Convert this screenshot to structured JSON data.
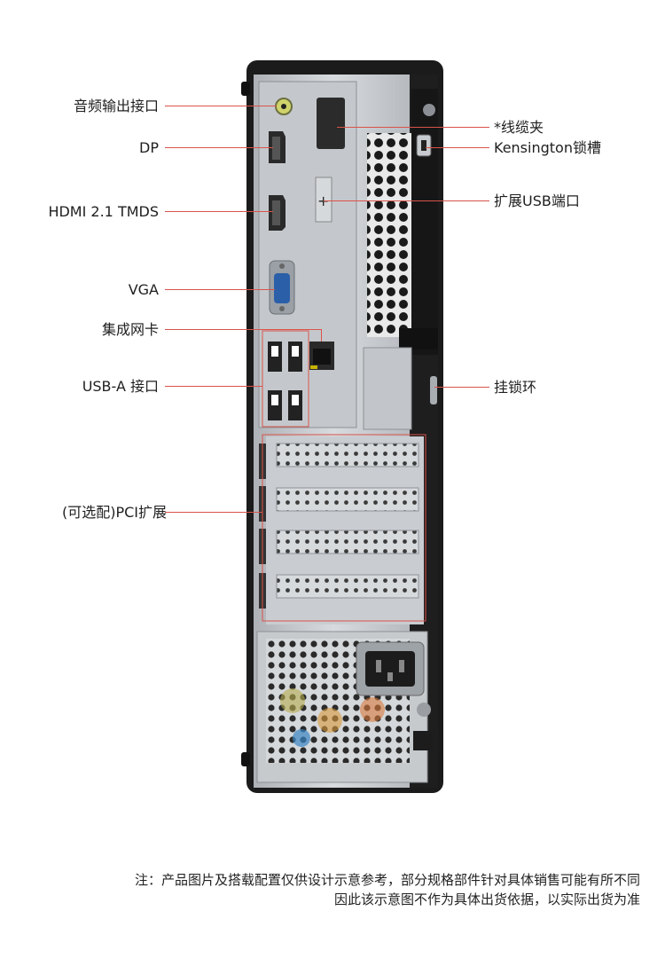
{
  "labels_left": [
    {
      "id": "audio",
      "text": "音频输出接口"
    },
    {
      "id": "dp",
      "text": "DP"
    },
    {
      "id": "hdmi",
      "text": "HDMI 2.1 TMDS"
    },
    {
      "id": "vga",
      "text": "VGA"
    },
    {
      "id": "nic",
      "text": "集成网卡"
    },
    {
      "id": "usba",
      "text": "USB-A 接口"
    },
    {
      "id": "pci",
      "text": "(可选配)PCI扩展"
    }
  ],
  "labels_right": [
    {
      "id": "cable_clip",
      "text": "*线缆夹"
    },
    {
      "id": "kensington",
      "text": "Kensington锁槽"
    },
    {
      "id": "ext_usb",
      "text": "扩展USB端口"
    },
    {
      "id": "padlock",
      "text": "挂锁环"
    }
  ],
  "footnote": {
    "line1": "注：产品图片及搭载配置仅供设计示意参考，部分规格部件针对具体销售可能有所不同",
    "line2": "因此该示意图不作为具体出货依据，以实际出货为准"
  },
  "colors": {
    "callout_line": "#d9534a",
    "chassis_black": "#1b1b1b",
    "panel_silver": "#c9ccd0"
  }
}
